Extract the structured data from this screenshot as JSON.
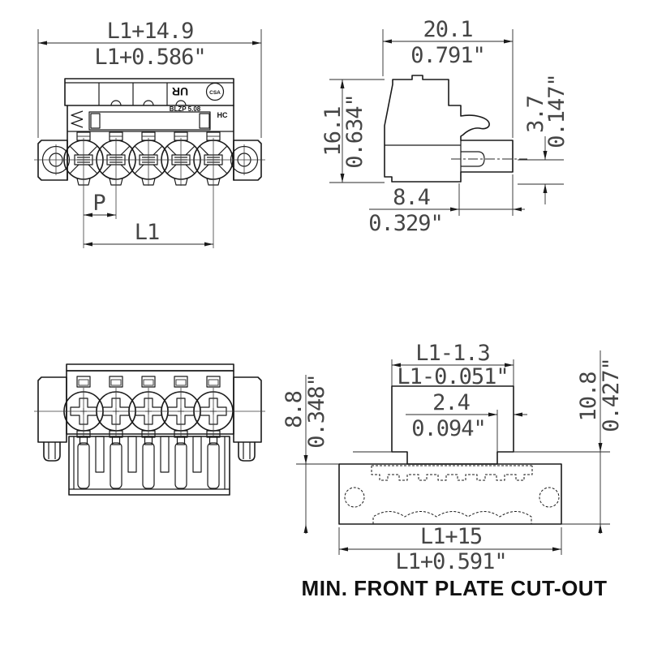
{
  "drawing": {
    "background": "#ffffff",
    "line_color": "#1a1a1a",
    "dim_text_color": "#454545",
    "caption": "MIN. FRONT PLATE CUT-OUT",
    "front_view": {
      "overall_width_mm": "L1+14.9",
      "overall_width_in": "L1+0.586\"",
      "pitch_label": "P",
      "span_label": "L1",
      "markings": {
        "ul": "UR",
        "csa": "CSA",
        "series": "BLZP 5.08",
        "hc": "HC"
      }
    },
    "side_view": {
      "width_mm": "20.1",
      "width_in": "0.791\"",
      "height_mm": "16.1",
      "height_in": "0.634\"",
      "pin_mm": "3.7",
      "pin_in": "0.147\"",
      "depth_mm": "8.4",
      "depth_in": "0.329\""
    },
    "cutout_view": {
      "inner_width_mm": "L1-1.3",
      "inner_width_in": "L1-0.051\"",
      "step_mm": "2.4",
      "step_in": "0.094\"",
      "height_left_mm": "8.8",
      "height_left_in": "0.348\"",
      "height_right_mm": "10.8",
      "height_right_in": "0.427\"",
      "outer_width_mm": "L1+15",
      "outer_width_in": "L1+0.591\""
    }
  }
}
